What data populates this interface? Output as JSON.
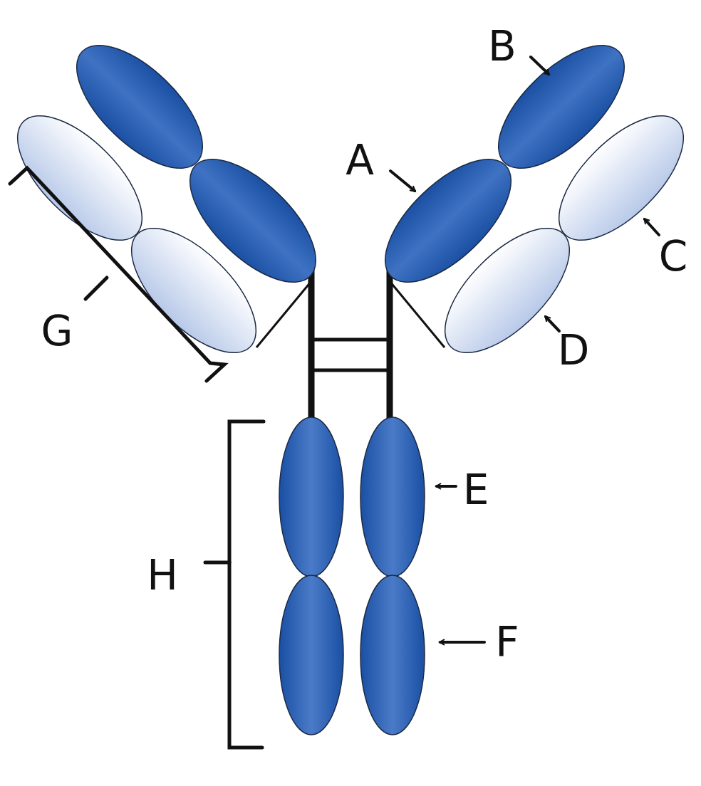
{
  "diagram": {
    "labels": [
      "B",
      "A",
      "C",
      "D",
      "G",
      "E",
      "H",
      "F"
    ]
  }
}
